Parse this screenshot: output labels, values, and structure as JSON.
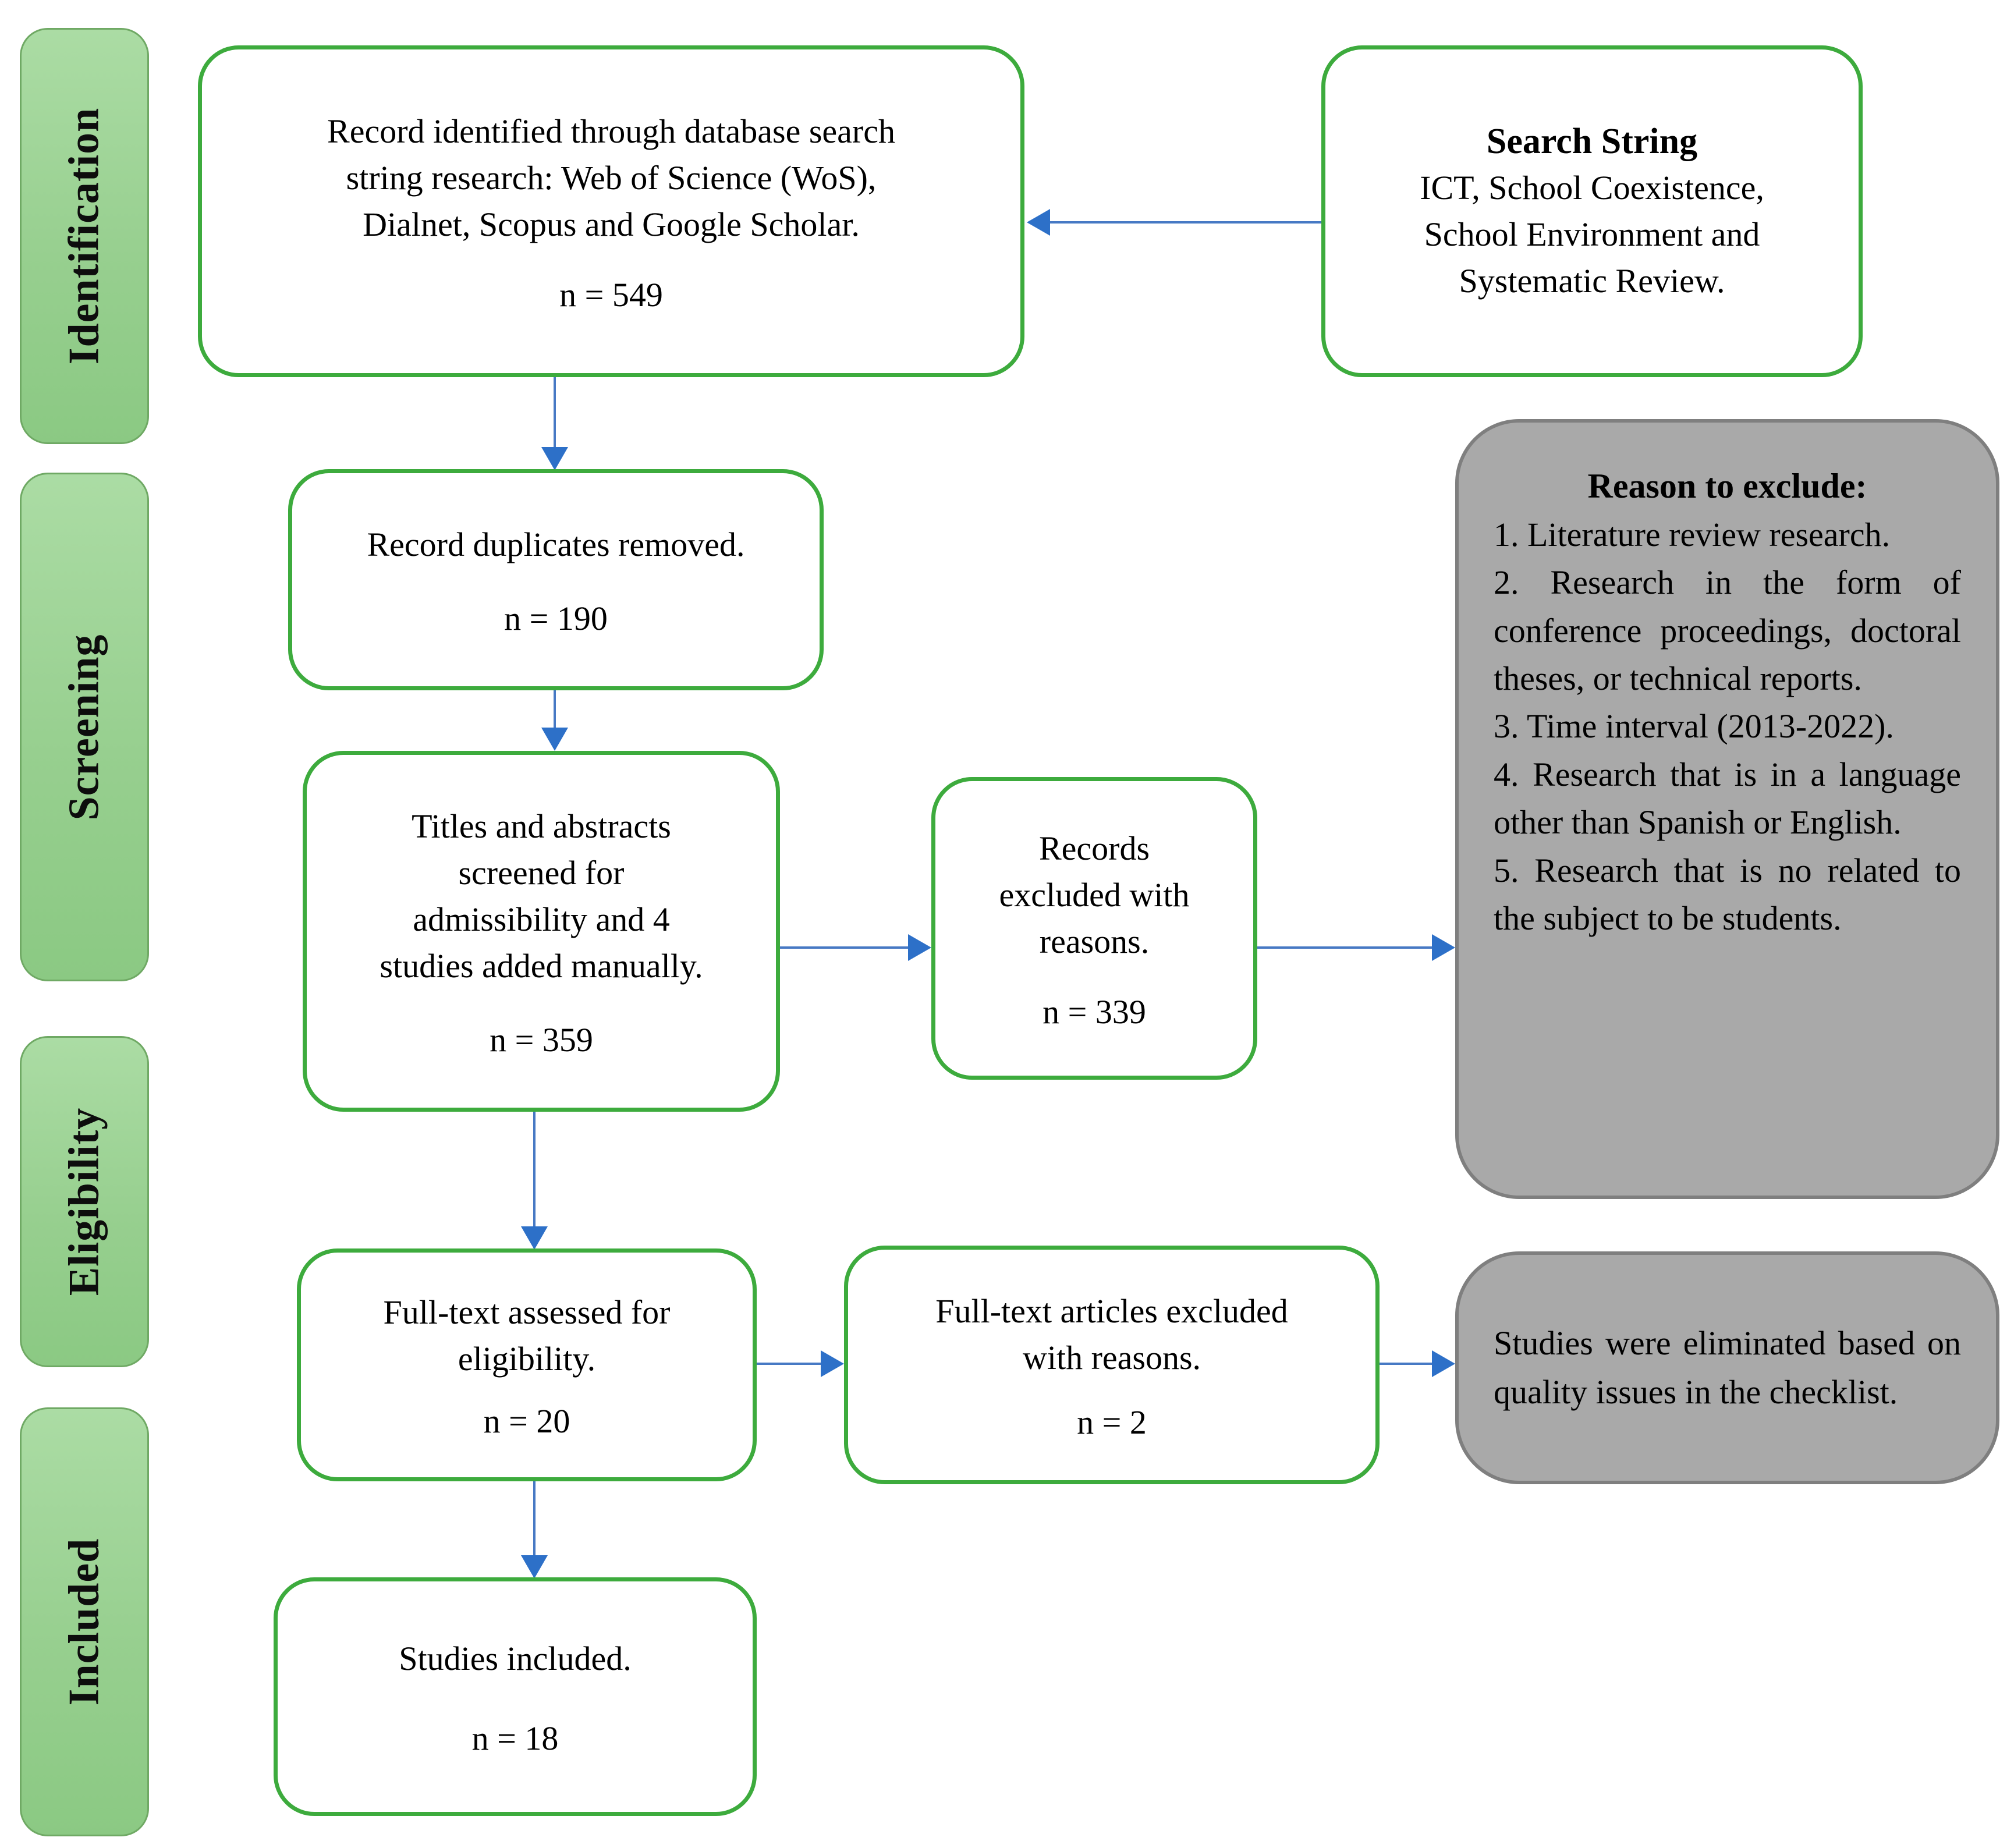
{
  "sidebar": {
    "stages": [
      {
        "label": "Identification"
      },
      {
        "label": "Screening"
      },
      {
        "label": "Eligibility"
      },
      {
        "label": "Included"
      }
    ]
  },
  "boxes": {
    "identified": {
      "text": "Record identified through database search\nstring research: Web of Science (WoS),\nDialnet, Scopus and Google Scholar.",
      "count": "n = 549"
    },
    "search_string": {
      "title": "Search String",
      "text": "ICT, School Coexistence,\nSchool Environment and\nSystematic Review."
    },
    "duplicates_removed": {
      "text": "Record duplicates removed.",
      "count": "n = 190"
    },
    "titles_screened": {
      "text": "Titles and abstracts\nscreened for\nadmissibility and 4\nstudies added manually.",
      "count": "n = 359"
    },
    "records_excluded": {
      "text": "Records\nexcluded with\nreasons.",
      "count": "n = 339"
    },
    "reason_to_exclude": {
      "title": "Reason to exclude:",
      "items": [
        "1. Literature review research.",
        "2. Research in the form of conference proceedings, doctoral theses, or technical reports.",
        "3. Time interval (2013-2022).",
        "4. Research that is in a language other than Spanish or English.",
        "5. Research that is no related to the subject to be students."
      ]
    },
    "fulltext_assessed": {
      "text": "Full-text assessed for\neligibility.",
      "count": "n = 20"
    },
    "fulltext_excluded": {
      "text": "Full-text articles excluded\nwith reasons.",
      "count": "n = 2"
    },
    "quality_eliminated": {
      "text": "Studies were eliminated based on quality issues in the checklist."
    },
    "studies_included": {
      "text": "Studies included.",
      "count": "n = 18"
    }
  },
  "colors": {
    "flow_box_border_green": "#3dab3d",
    "sidebar_fill_green": "#9ccf94",
    "sidebar_border_green": "#6fa964",
    "gray_box_fill": "#a9a9a9",
    "gray_box_border": "#7f7f7f",
    "arrow_blue": "#2d70c8",
    "text_black": "#000000"
  }
}
